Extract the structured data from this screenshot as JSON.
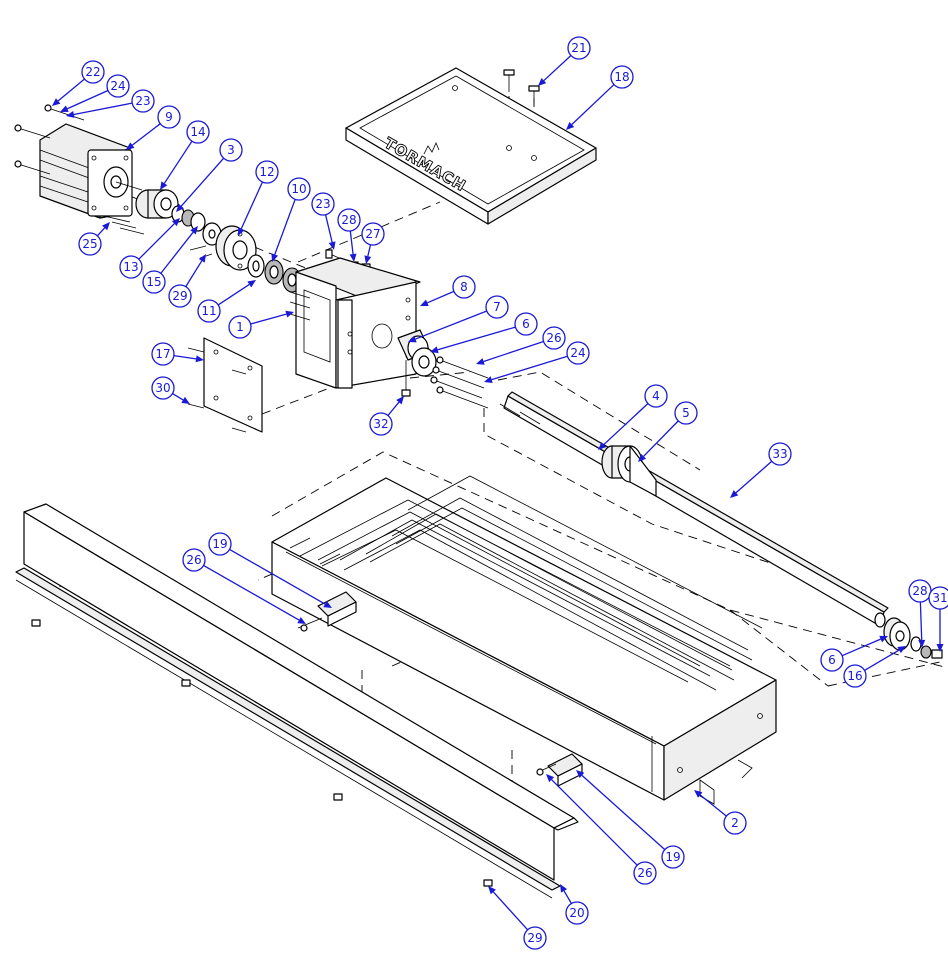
{
  "diagram": {
    "logo_text": "TORMACH",
    "callouts": [
      {
        "id": "c22a",
        "label": "22"
      },
      {
        "id": "c24a",
        "label": "24"
      },
      {
        "id": "c23a",
        "label": "23"
      },
      {
        "id": "c9",
        "label": "9"
      },
      {
        "id": "c14",
        "label": "14"
      },
      {
        "id": "c3",
        "label": "3"
      },
      {
        "id": "c12",
        "label": "12"
      },
      {
        "id": "c10",
        "label": "10"
      },
      {
        "id": "c23b",
        "label": "23"
      },
      {
        "id": "c28a",
        "label": "28"
      },
      {
        "id": "c27",
        "label": "27"
      },
      {
        "id": "c21",
        "label": "21"
      },
      {
        "id": "c18",
        "label": "18"
      },
      {
        "id": "c25",
        "label": "25"
      },
      {
        "id": "c13",
        "label": "13"
      },
      {
        "id": "c15",
        "label": "15"
      },
      {
        "id": "c29a",
        "label": "29"
      },
      {
        "id": "c11",
        "label": "11"
      },
      {
        "id": "c1",
        "label": "1"
      },
      {
        "id": "c8",
        "label": "8"
      },
      {
        "id": "c7",
        "label": "7"
      },
      {
        "id": "c6a",
        "label": "6"
      },
      {
        "id": "c26a",
        "label": "26"
      },
      {
        "id": "c24b",
        "label": "24"
      },
      {
        "id": "c17",
        "label": "17"
      },
      {
        "id": "c30",
        "label": "30"
      },
      {
        "id": "c32",
        "label": "32"
      },
      {
        "id": "c4",
        "label": "4"
      },
      {
        "id": "c5",
        "label": "5"
      },
      {
        "id": "c33",
        "label": "33"
      },
      {
        "id": "c19a",
        "label": "19"
      },
      {
        "id": "c26b",
        "label": "26"
      },
      {
        "id": "c28b",
        "label": "28"
      },
      {
        "id": "c31",
        "label": "31"
      },
      {
        "id": "c6b",
        "label": "6"
      },
      {
        "id": "c16",
        "label": "16"
      },
      {
        "id": "c2",
        "label": "2"
      },
      {
        "id": "c19b",
        "label": "19"
      },
      {
        "id": "c26c",
        "label": "26"
      },
      {
        "id": "c20",
        "label": "20"
      },
      {
        "id": "c29b",
        "label": "29"
      }
    ]
  }
}
